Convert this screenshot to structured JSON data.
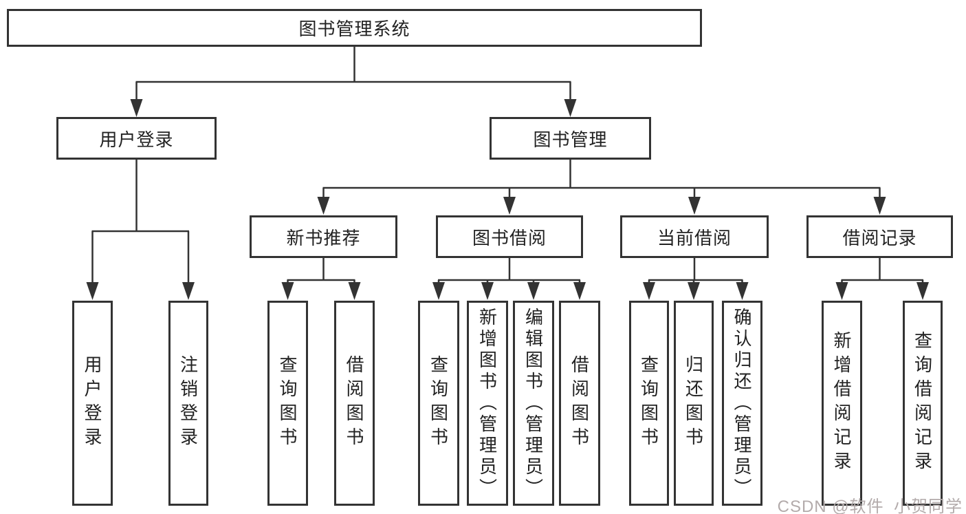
{
  "tree": {
    "root": "图书管理系统",
    "branches": [
      {
        "label": "用户登录",
        "children": [
          "用户登录",
          "注销登录"
        ]
      },
      {
        "label": "图书管理",
        "groups": [
          {
            "label": "新书推荐",
            "children": [
              "查询图书",
              "借阅图书"
            ]
          },
          {
            "label": "图书借阅",
            "children": [
              "查询图书",
              "新增图书（管理员）",
              "编辑图书（管理员）",
              "借阅图书"
            ]
          },
          {
            "label": "当前借阅",
            "children": [
              "查询图书",
              "归还图书",
              "确认归还（管理员）"
            ]
          },
          {
            "label": "借阅记录",
            "children": [
              "新增借阅记录",
              "查询借阅记录"
            ]
          }
        ]
      }
    ]
  },
  "watermark": {
    "text": "CSDN @软件_小贺同学"
  },
  "colors": {
    "line": "#333333",
    "text": "#222222",
    "box_background": "#ffffff",
    "watermark": "#b3abab"
  }
}
